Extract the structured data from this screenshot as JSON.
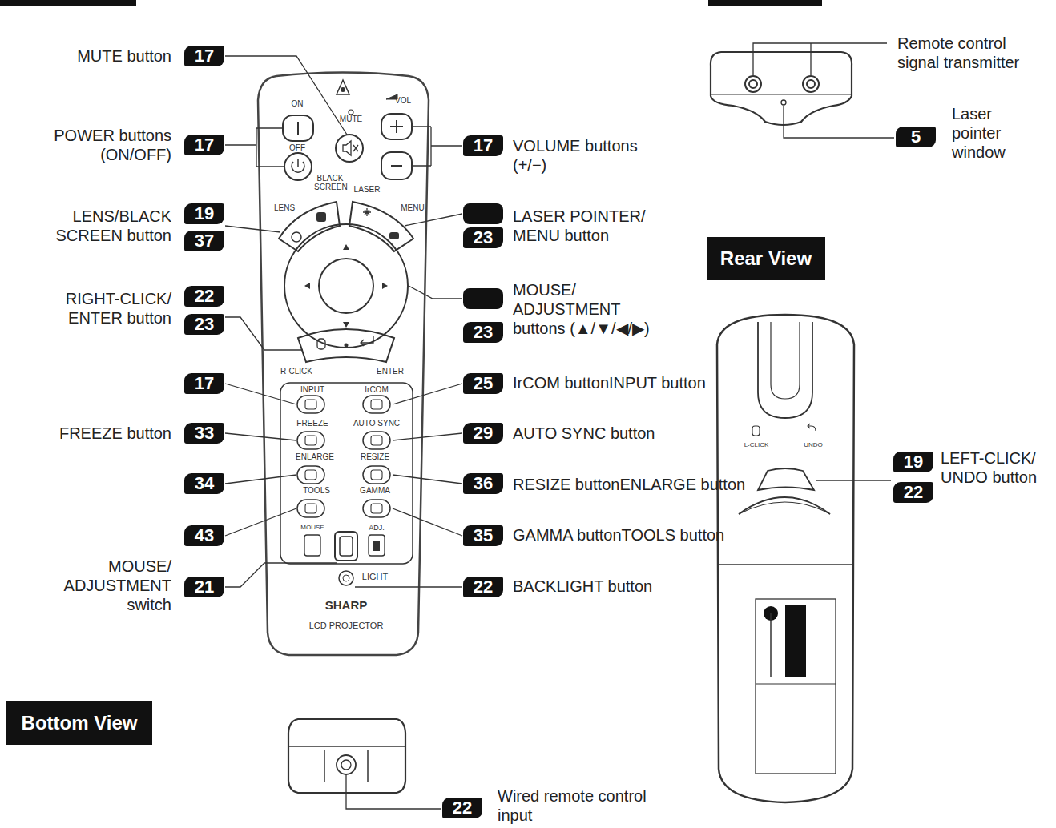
{
  "diagram": {
    "nodes": [
      {
        "text": [
          "17"
        ]
      },
      {
        "text": [
          "17"
        ]
      },
      {
        "text": [
          "17"
        ]
      },
      {
        "text": [
          "19"
        ]
      },
      {
        "text": [
          "37"
        ]
      },
      {
        "text": [
          "23"
        ]
      },
      {
        "text": [
          "22"
        ]
      },
      {
        "text": [
          "23"
        ]
      },
      {
        "text": [
          "23"
        ]
      },
      {
        "text": [
          "17"
        ]
      },
      {
        "text": [
          "25"
        ]
      },
      {
        "text": [
          "33"
        ]
      },
      {
        "text": [
          "29"
        ]
      },
      {
        "text": [
          "34"
        ]
      },
      {
        "text": [
          "36"
        ]
      },
      {
        "text": [
          "43"
        ]
      },
      {
        "text": [
          "35"
        ]
      },
      {
        "text": [
          "21"
        ]
      },
      {
        "text": [
          "22"
        ]
      },
      {
        "text": [
          "5"
        ]
      },
      {
        "text": [
          "Rear View"
        ]
      },
      {
        "text": [
          "19"
        ]
      },
      {
        "text": [
          "22"
        ]
      },
      {
        "text": [
          "Bottom View"
        ]
      },
      {
        "text": [
          "22"
        ]
      }
    ],
    "labels": [
      "MUTE button",
      "POWER buttons (ON/OFF)",
      "VOLUME buttons (+/−)",
      "LENS/BLACK SCREEN button",
      "LASER POINTER/ MENU button",
      "RIGHT-CLICK/ ENTER button",
      "MOUSE/ ADJUSTMENT buttons (▲/▼/◀/▶)",
      "IrCOM buttonINPUT button",
      "FREEZE button",
      "AUTO SYNC button",
      "RESIZE buttonENLARGE button",
      "GAMMA buttonTOOLS button",
      "MOUSE/ ADJUSTMENT switch",
      "BACKLIGHT button",
      "Remote control signal transmitter",
      "Laser pointer window",
      "LEFT-CLICK/ UNDO button",
      "Wired remote control input",
      "ON",
      "OFF",
      "MUTE",
      "VOL",
      "BLACK SCREEN",
      "LASER",
      "LENS",
      "MENU",
      "R-CLICK",
      "ENTER",
      "INPUT",
      "IrCOM",
      "FREEZE",
      "AUTO SYNC",
      "ENLARGE",
      "RESIZE",
      "TOOLS",
      "GAMMA",
      "MOUSE",
      "ADJ.",
      "LIGHT",
      "SHARP",
      "LCD PROJECTOR",
      "L-CLICK",
      "UNDO"
    ]
  }
}
